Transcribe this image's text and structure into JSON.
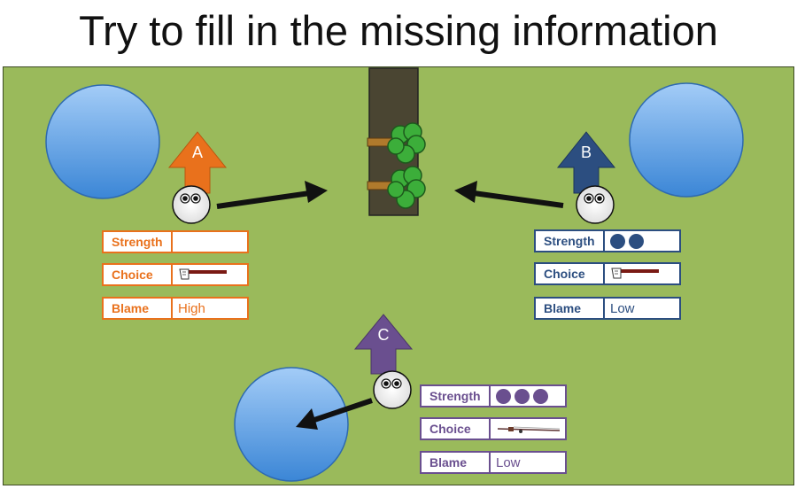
{
  "title": "Try to fill in the missing information",
  "colors": {
    "background": "#9aba5b",
    "orange": "#e9711c",
    "blue": "#2c4e80",
    "purple": "#6a4f8f",
    "tree_trunk": "#4a4532",
    "circle_light": "#8fc1f5",
    "circle_dark": "#3b86d6"
  },
  "agents": [
    {
      "letter": "A",
      "color": "#e9711c",
      "strength_label": "Strength",
      "strength_dots": 0,
      "choice_label": "Choice",
      "choice_icon": "axe-icon",
      "blame_label": "Blame",
      "blame_value": "High"
    },
    {
      "letter": "B",
      "color": "#2c4e80",
      "strength_label": "Strength",
      "strength_dots": 2,
      "choice_label": "Choice",
      "choice_icon": "axe-icon",
      "blame_label": "Blame",
      "blame_value": "Low"
    },
    {
      "letter": "C",
      "color": "#6a4f8f",
      "strength_label": "Strength",
      "strength_dots": 3,
      "choice_label": "Choice",
      "choice_icon": "fishing-rod-icon",
      "blame_label": "Blame",
      "blame_value": "Low"
    }
  ]
}
